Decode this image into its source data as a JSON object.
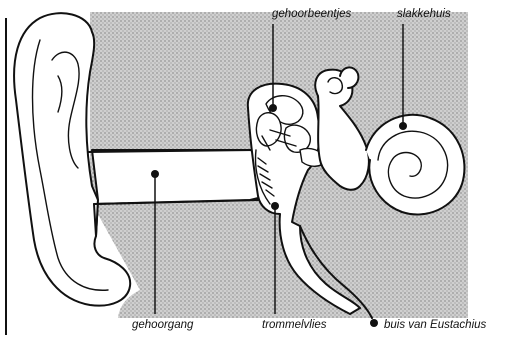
{
  "labels": {
    "ossicles": "gehoorbeentjes",
    "cochlea": "slakkehuis",
    "ear_canal": "gehoorgang",
    "eardrum": "trommelvlies",
    "eustachian_tube": "buis van Eustachius"
  }
}
